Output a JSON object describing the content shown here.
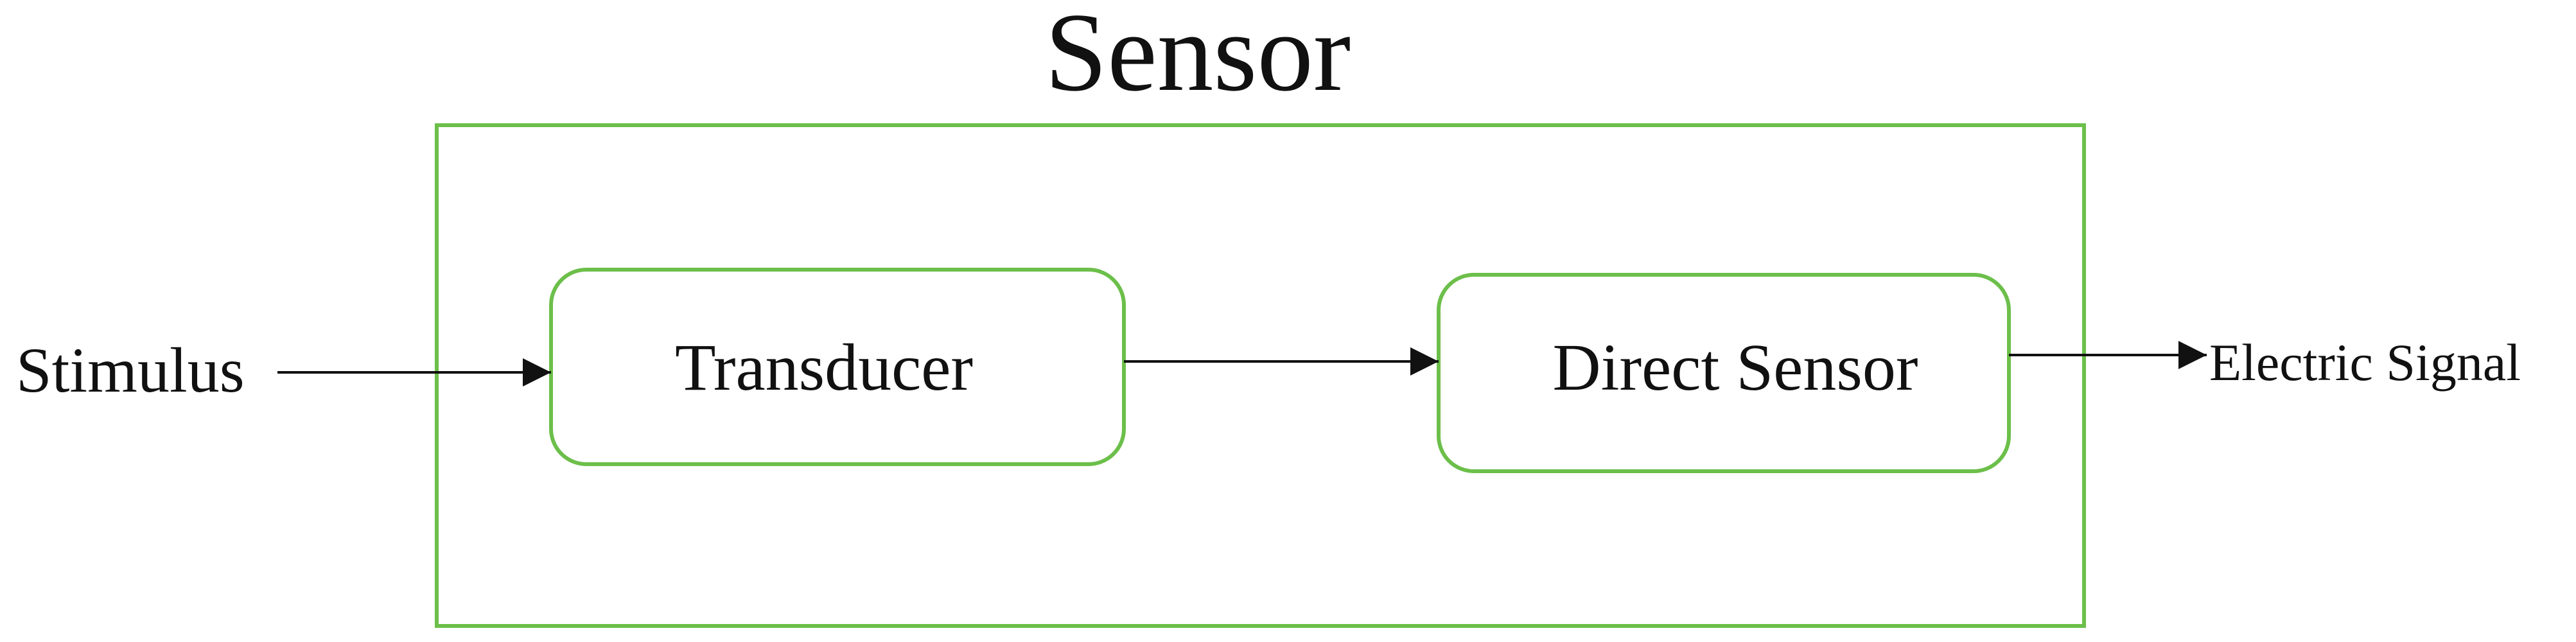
{
  "title": "Sensor",
  "nodes": {
    "transducer": "Transducer",
    "direct_sensor": "Direct Sensor"
  },
  "input": "Stimulus",
  "output": "Electric Signal",
  "colors": {
    "box_stroke": "#6cbf4a",
    "arrow": "#111111",
    "text": "#111111",
    "background": "#ffffff"
  }
}
